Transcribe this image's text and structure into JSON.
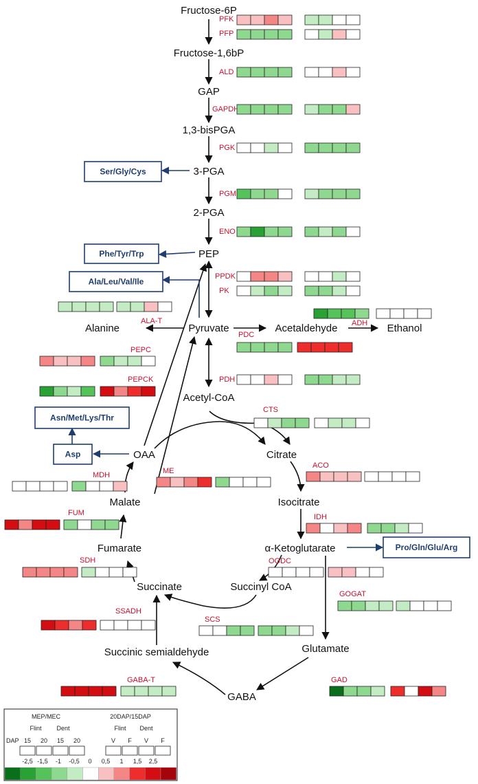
{
  "colors": {
    "enzyme_label": "#c8102e",
    "pathway_box": "#1f3d6e",
    "arrow": "#111111",
    "cell_border": "#222222",
    "scale": [
      "#0a6f1a",
      "#2aa135",
      "#55c25a",
      "#8fd890",
      "#c4ecc4",
      "#ffffff",
      "#f8c0c0",
      "#f58686",
      "#ee2d2d",
      "#d40d12",
      "#a5050a"
    ]
  },
  "metabolites": [
    {
      "id": "fructose-6p",
      "label": "Fructose-6P"
    },
    {
      "id": "fructose-16bp",
      "label": "Fructose-1,6bP"
    },
    {
      "id": "gap",
      "label": "GAP"
    },
    {
      "id": "13-bispga",
      "label": "1,3-bisPGA"
    },
    {
      "id": "3-pga",
      "label": "3-PGA"
    },
    {
      "id": "2-pga",
      "label": "2-PGA"
    },
    {
      "id": "pep",
      "label": "PEP"
    },
    {
      "id": "pyruvate",
      "label": "Pyruvate"
    },
    {
      "id": "alanine",
      "label": "Alanine"
    },
    {
      "id": "acetaldehyde",
      "label": "Acetaldehyde"
    },
    {
      "id": "ethanol",
      "label": "Ethanol"
    },
    {
      "id": "acetyl-coa",
      "label": "Acetyl-CoA"
    },
    {
      "id": "oaa",
      "label": "OAA"
    },
    {
      "id": "citrate",
      "label": "Citrate"
    },
    {
      "id": "malate",
      "label": "Malate"
    },
    {
      "id": "isocitrate",
      "label": "Isocitrate"
    },
    {
      "id": "fumarate",
      "label": "Fumarate"
    },
    {
      "id": "alpha-ketoglutarate",
      "label": "α-Ketoglutarate"
    },
    {
      "id": "succinate",
      "label": "Succinate"
    },
    {
      "id": "succinyl-coa",
      "label": "Succinyl CoA"
    },
    {
      "id": "succinic-semialdehyde",
      "label": "Succinic semialdehyde"
    },
    {
      "id": "glutamate",
      "label": "Glutamate"
    },
    {
      "id": "gaba",
      "label": "GABA"
    }
  ],
  "pathway_boxes": [
    {
      "id": "ser-gly-cys",
      "label": "Ser/Gly/Cys"
    },
    {
      "id": "phe-tyr-trp",
      "label": "Phe/Tyr/Trp"
    },
    {
      "id": "ala-leu-val-ile",
      "label": "Ala/Leu/Val/Ile"
    },
    {
      "id": "asn-met-lys-thr",
      "label": "Asn/Met/Lys/Thr"
    },
    {
      "id": "asp",
      "label": "Asp"
    },
    {
      "id": "pro-gln-glu-arg",
      "label": "Pro/Gln/Glu/Arg"
    }
  ],
  "enzymes": [
    {
      "id": "pfk",
      "label": "PFK",
      "left": [
        6,
        6,
        7,
        6
      ],
      "right": [
        4,
        4,
        5,
        5
      ]
    },
    {
      "id": "pfp",
      "label": "PFP",
      "left": [
        3,
        3,
        3,
        3
      ],
      "right": [
        5,
        4,
        6,
        5
      ]
    },
    {
      "id": "ald",
      "label": "ALD",
      "left": [
        3,
        3,
        3,
        3
      ],
      "right": [
        5,
        5,
        6,
        5
      ]
    },
    {
      "id": "gapdh",
      "label": "GAPDH",
      "left": [
        3,
        3,
        3,
        3
      ],
      "right": [
        4,
        3,
        3,
        6
      ]
    },
    {
      "id": "pgk",
      "label": "PGK",
      "left": [
        5,
        5,
        4,
        5
      ],
      "right": [
        3,
        3,
        3,
        3
      ]
    },
    {
      "id": "pgm",
      "label": "PGM",
      "left": [
        2,
        3,
        3,
        5
      ],
      "right": [
        4,
        3,
        3,
        3
      ]
    },
    {
      "id": "eno",
      "label": "ENO",
      "left": [
        3,
        1,
        3,
        3
      ],
      "right": [
        3,
        4,
        3,
        5
      ]
    },
    {
      "id": "ppdk",
      "label": "PPDK",
      "left": [
        5,
        7,
        7,
        6
      ],
      "right": [
        5,
        5,
        4,
        5
      ]
    },
    {
      "id": "pk",
      "label": "PK",
      "left": [
        5,
        4,
        3,
        4
      ],
      "right": [
        3,
        3,
        4,
        5
      ]
    },
    {
      "id": "ala-t",
      "label": "ALA-T",
      "left": [
        4,
        4,
        4,
        4
      ],
      "right": [
        4,
        4,
        6,
        5
      ]
    },
    {
      "id": "adh",
      "label": "ADH",
      "left": [
        1,
        2,
        2,
        3
      ],
      "right": [
        5,
        5,
        5,
        5
      ]
    },
    {
      "id": "pdc",
      "label": "PDC",
      "left": [
        3,
        3,
        3,
        3
      ],
      "right": [
        8,
        8,
        8,
        8
      ]
    },
    {
      "id": "pepc",
      "label": "PEPC",
      "left": [
        7,
        6,
        6,
        7
      ],
      "right": [
        3,
        4,
        4,
        5
      ]
    },
    {
      "id": "pepck",
      "label": "PEPCK",
      "left": [
        1,
        3,
        4,
        2
      ],
      "right": [
        9,
        7,
        8,
        9
      ]
    },
    {
      "id": "pdh",
      "label": "PDH",
      "left": [
        5,
        5,
        6,
        5
      ],
      "right": [
        3,
        3,
        4,
        4
      ]
    },
    {
      "id": "cts",
      "label": "CTS",
      "left": [
        5,
        4,
        3,
        3
      ],
      "right": [
        5,
        4,
        4,
        5
      ]
    },
    {
      "id": "mdh",
      "label": "MDH",
      "left": [
        5,
        5,
        5,
        5
      ],
      "right": [
        3,
        5,
        5,
        6
      ]
    },
    {
      "id": "me",
      "label": "ME",
      "left": [
        7,
        6,
        7,
        8
      ],
      "right": [
        3,
        5,
        5,
        5
      ]
    },
    {
      "id": "aco",
      "label": "ACO",
      "left": [
        7,
        6,
        6,
        6
      ],
      "right": [
        5,
        5,
        5,
        5
      ]
    },
    {
      "id": "fum",
      "label": "FUM",
      "left": [
        9,
        7,
        9,
        9
      ],
      "right": [
        3,
        5,
        3,
        3
      ]
    },
    {
      "id": "idh",
      "label": "IDH",
      "left": [
        7,
        5,
        6,
        7
      ],
      "right": [
        3,
        3,
        4,
        5
      ]
    },
    {
      "id": "sdh",
      "label": "SDH",
      "left": [
        7,
        7,
        7,
        7
      ],
      "right": [
        4,
        5,
        5,
        5
      ]
    },
    {
      "id": "ogdc",
      "label": "OGDC",
      "left": [
        5,
        5,
        5,
        5
      ],
      "right": [
        6,
        6,
        5,
        5
      ]
    },
    {
      "id": "gogat",
      "label": "GOGAT",
      "left": [
        3,
        3,
        4,
        4
      ],
      "right": [
        4,
        5,
        5,
        5
      ]
    },
    {
      "id": "ssadh",
      "label": "SSADH",
      "left": [
        9,
        8,
        7,
        8
      ],
      "right": [
        5,
        5,
        5,
        5
      ]
    },
    {
      "id": "scs",
      "label": "SCS",
      "left": [
        5,
        5,
        3,
        3
      ],
      "right": [
        3,
        3,
        4,
        5
      ]
    },
    {
      "id": "gaba-t",
      "label": "GABA-T",
      "left": [
        9,
        9,
        9,
        9
      ],
      "right": [
        4,
        4,
        4,
        4
      ]
    },
    {
      "id": "gad",
      "label": "GAD",
      "left": [
        0,
        3,
        3,
        4
      ],
      "right": [
        8,
        5,
        9,
        7
      ]
    }
  ],
  "legend": {
    "left_title": "MEP/MEC",
    "right_title": "20DAP/15DAP",
    "left_groups": [
      "Flint",
      "Dent"
    ],
    "right_groups": [
      "Flint",
      "Dent"
    ],
    "dap_label": "DAP",
    "left_cols": [
      "15",
      "20",
      "15",
      "20"
    ],
    "right_cols": [
      "V",
      "F",
      "V",
      "F"
    ],
    "scale_labels": [
      "-2,5",
      "-1,5",
      "-1",
      "-0,5",
      "0",
      "0,5",
      "1",
      "1,5",
      "2,5"
    ]
  }
}
